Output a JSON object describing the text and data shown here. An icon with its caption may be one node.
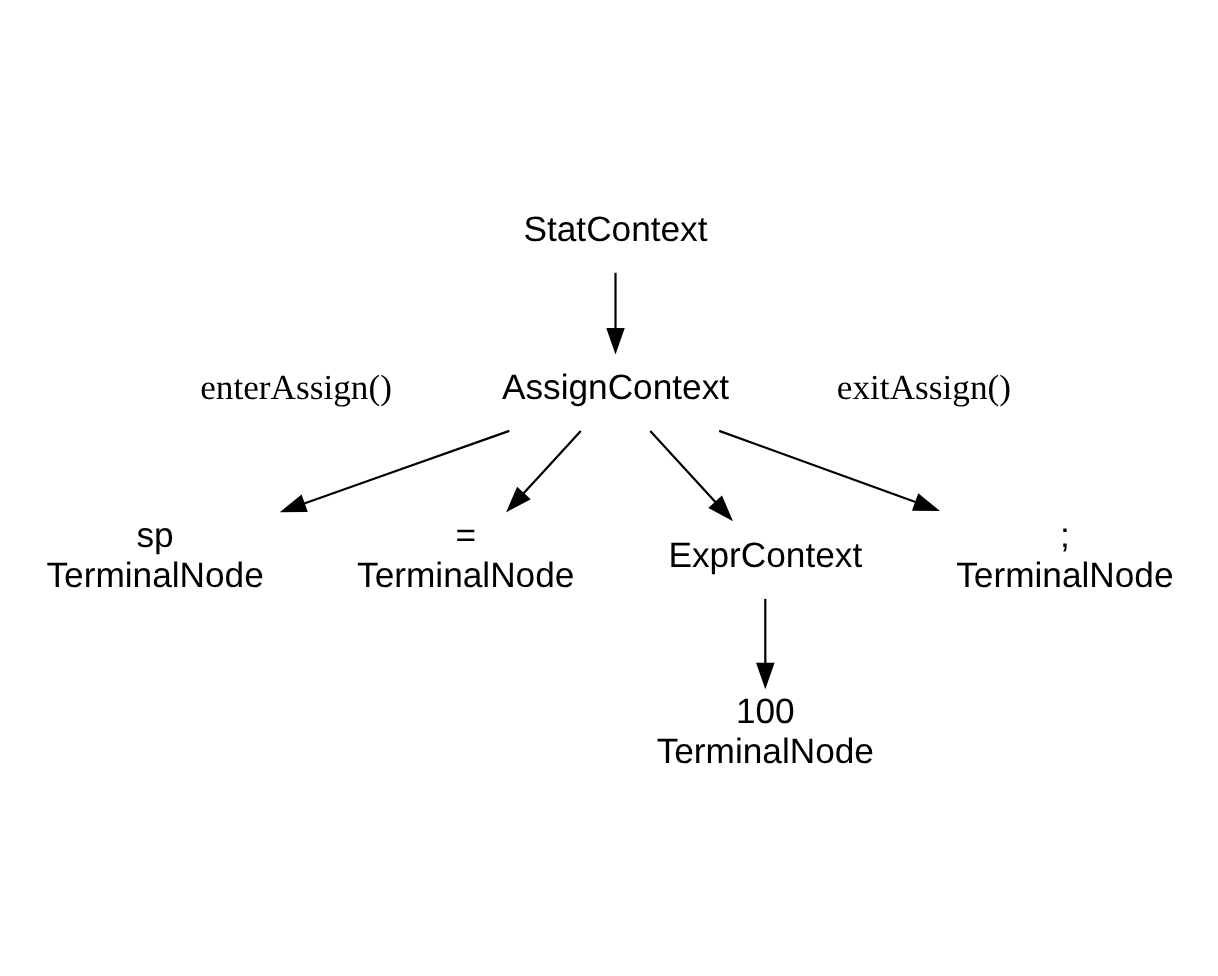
{
  "diagram": {
    "nodes": [
      {
        "text": [
          "StatContext"
        ]
      },
      {
        "text": [
          "AssignContext"
        ]
      },
      {
        "text": [
          "sp",
          "TerminalNode"
        ]
      },
      {
        "text": [
          "=",
          "TerminalNode"
        ]
      },
      {
        "text": [
          "ExprContext"
        ]
      },
      {
        "text": [
          ";",
          "TerminalNode"
        ]
      },
      {
        "text": [
          "100",
          "TerminalNode"
        ]
      }
    ],
    "edges": [
      {
        "from": 0,
        "to": 1,
        "arrow": "to"
      },
      {
        "from": 1,
        "to": 2,
        "arrow": "to"
      },
      {
        "from": 1,
        "to": 3,
        "arrow": "to"
      },
      {
        "from": 1,
        "to": 4,
        "arrow": "to"
      },
      {
        "from": 1,
        "to": 5,
        "arrow": "to"
      },
      {
        "from": 4,
        "to": 6,
        "arrow": "to"
      }
    ],
    "labels": [
      "enterAssign()",
      "exitAssign()"
    ]
  }
}
